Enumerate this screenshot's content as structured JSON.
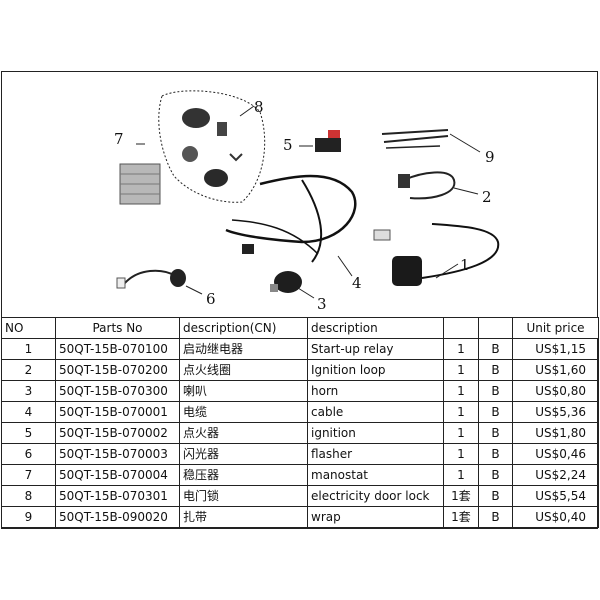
{
  "callouts": [
    "1",
    "2",
    "3",
    "4",
    "5",
    "6",
    "7",
    "8",
    "9"
  ],
  "table": {
    "headers": {
      "no": "NO",
      "parts_no": "Parts No",
      "desc_cn": "description(CN)",
      "desc": "description",
      "qty": "",
      "grade": "",
      "price": "Unit price"
    },
    "rows": [
      {
        "no": "1",
        "parts_no": "50QT-15B-070100",
        "desc_cn": "启动继电器",
        "desc": "Start-up relay",
        "qty": "1",
        "grade": "B",
        "price": "US$1,15"
      },
      {
        "no": "2",
        "parts_no": "50QT-15B-070200",
        "desc_cn": "点火线圈",
        "desc": "Ignition loop",
        "qty": "1",
        "grade": "B",
        "price": "US$1,60"
      },
      {
        "no": "3",
        "parts_no": "50QT-15B-070300",
        "desc_cn": "喇叭",
        "desc": "horn",
        "qty": "1",
        "grade": "B",
        "price": "US$0,80"
      },
      {
        "no": "4",
        "parts_no": "50QT-15B-070001",
        "desc_cn": "电缆",
        "desc": "cable",
        "qty": "1",
        "grade": "B",
        "price": "US$5,36"
      },
      {
        "no": "5",
        "parts_no": "50QT-15B-070002",
        "desc_cn": "点火器",
        "desc": "ignition",
        "qty": "1",
        "grade": "B",
        "price": "US$1,80"
      },
      {
        "no": "6",
        "parts_no": "50QT-15B-070003",
        "desc_cn": "闪光器",
        "desc": "flasher",
        "qty": "1",
        "grade": "B",
        "price": "US$0,46"
      },
      {
        "no": "7",
        "parts_no": "50QT-15B-070004",
        "desc_cn": "稳压器",
        "desc": "manostat",
        "qty": "1",
        "grade": "B",
        "price": "US$2,24"
      },
      {
        "no": "8",
        "parts_no": "50QT-15B-070301",
        "desc_cn": "电门锁",
        "desc": "electricity door lock",
        "qty": "1套",
        "grade": "B",
        "price": "US$5,54"
      },
      {
        "no": "9",
        "parts_no": "50QT-15B-090020",
        "desc_cn": "扎带",
        "desc": "wrap",
        "qty": "1套",
        "grade": "B",
        "price": "US$0,40"
      }
    ]
  }
}
